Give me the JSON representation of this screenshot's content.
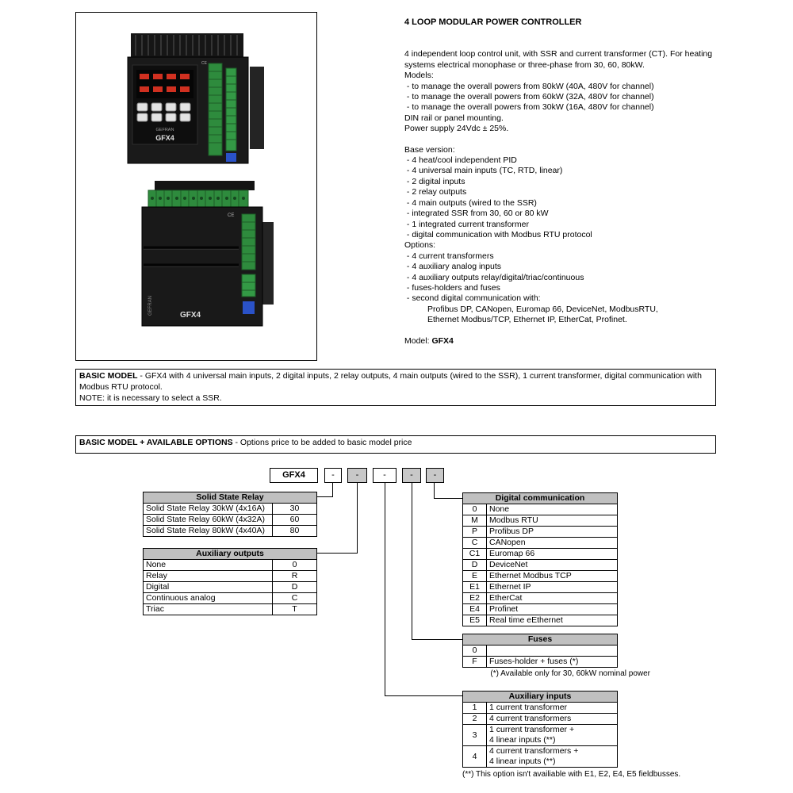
{
  "product": {
    "brand": "GEFRAN",
    "model": "GFX4",
    "ce": "CE"
  },
  "colors": {
    "table_header_gray": "#c0c0c0",
    "shaded_slot_gray": "#c8c8c8",
    "terminal_green": "#2e8b3d",
    "connector_blue": "#2a52c8",
    "display_red": "#d03020"
  },
  "description": {
    "title": "4 LOOP MODULAR POWER CONTROLLER",
    "intro": "4 independent loop control unit, with SSR and current transformer (CT). For heating systems electrical monophase or three-phase from 30, 60, 80kW.",
    "models_label": "Models:",
    "models": [
      " - to manage the overall powers from 80kW (40A, 480V for channel)",
      " - to manage the overall powers from 60kW (32A, 480V for channel)",
      " - to manage the overall powers from 30kW (16A, 480V for channel)"
    ],
    "mounting": "DIN rail or panel mounting.",
    "power_supply": "Power supply 24Vdc ± 25%.",
    "base_version_label": "Base version:",
    "base_version": [
      " - 4 heat/cool independent PID",
      " - 4 universal main inputs (TC, RTD, linear)",
      " - 2 digital inputs",
      " - 2 relay outputs",
      " - 4 main outputs (wired to the SSR)",
      " - integrated SSR from 30, 60 or 80 kW",
      " - 1 integrated current transformer",
      " - digital communication with Modbus RTU protocol"
    ],
    "options_label": "Options:",
    "options": [
      " - 4 current transformers",
      " - 4 auxiliary analog inputs",
      " - 4 auxiliary outputs relay/digital/triac/continuous",
      " - fuses-holders and fuses",
      " - second digital communication with:"
    ],
    "options_comm_lines": [
      "Profibus DP, CANopen, Euromap 66, DeviceNet, ModbusRTU,",
      "Ethernet Modbus/TCP, Ethernet IP, EtherCat, Profinet."
    ],
    "model_label": "Model: ",
    "model_value": "GFX4"
  },
  "basic_model": {
    "heading": "BASIC MODEL",
    "text": " - GFX4 with 4 universal main inputs, 2 digital inputs, 2 relay outputs, 4 main outputs (wired to the SSR), 1 current transformer, digital communication with Modbus RTU protocol.",
    "note": "NOTE: it is necessary to select a SSR."
  },
  "options_header": {
    "heading": "BASIC MODEL + AVAILABLE OPTIONS",
    "text": " - Options price to be added to basic model price"
  },
  "ordering": {
    "model_code": "GFX4",
    "placeholder": "-"
  },
  "tables": {
    "solid_state_relay": {
      "title": "Solid State Relay",
      "code_side": "right",
      "rows": [
        {
          "label": "Solid State Relay 30kW (4x16A)",
          "code": "30"
        },
        {
          "label": "Solid State Relay 60kW (4x32A)",
          "code": "60"
        },
        {
          "label": "Solid State Relay 80kW (4x40A)",
          "code": "80"
        }
      ]
    },
    "auxiliary_outputs": {
      "title": "Auxiliary outputs",
      "code_side": "right",
      "rows": [
        {
          "label": "None",
          "code": "0"
        },
        {
          "label": "Relay",
          "code": "R"
        },
        {
          "label": "Digital",
          "code": "D"
        },
        {
          "label": "Continuous analog",
          "code": "C"
        },
        {
          "label": "Triac",
          "code": "T"
        }
      ]
    },
    "digital_communication": {
      "title": "Digital communication",
      "code_side": "left",
      "rows": [
        {
          "code": "0",
          "label": "None"
        },
        {
          "code": "M",
          "label": "Modbus RTU"
        },
        {
          "code": "P",
          "label": "Profibus DP"
        },
        {
          "code": "C",
          "label": "CANopen"
        },
        {
          "code": "C1",
          "label": "Euromap 66"
        },
        {
          "code": "D",
          "label": "DeviceNet"
        },
        {
          "code": "E",
          "label": "Ethernet Modbus TCP"
        },
        {
          "code": "E1",
          "label": "Ethernet IP"
        },
        {
          "code": "E2",
          "label": "EtherCat"
        },
        {
          "code": "E4",
          "label": "Profinet"
        },
        {
          "code": "E5",
          "label": "Real time eEthernet"
        }
      ]
    },
    "fuses": {
      "title": "Fuses",
      "code_side": "left",
      "rows": [
        {
          "code": "0",
          "label": ""
        },
        {
          "code": "F",
          "label": "Fuses-holder + fuses (*)"
        }
      ],
      "footnote": "(*) Available only for 30, 60kW nominal power"
    },
    "auxiliary_inputs": {
      "title": "Auxiliary inputs",
      "code_side": "left",
      "rows": [
        {
          "code": "1",
          "label": "1 current transformer"
        },
        {
          "code": "2",
          "label": "4 current transformers"
        },
        {
          "code": "3",
          "label": "1 current transformer +\n4 linear inputs (**)"
        },
        {
          "code": "4",
          "label": "4 current transformers +\n4 linear inputs (**)"
        }
      ],
      "footnote": "(**) This option isn't availiable with E1, E2, E4, E5 fieldbusses."
    }
  }
}
